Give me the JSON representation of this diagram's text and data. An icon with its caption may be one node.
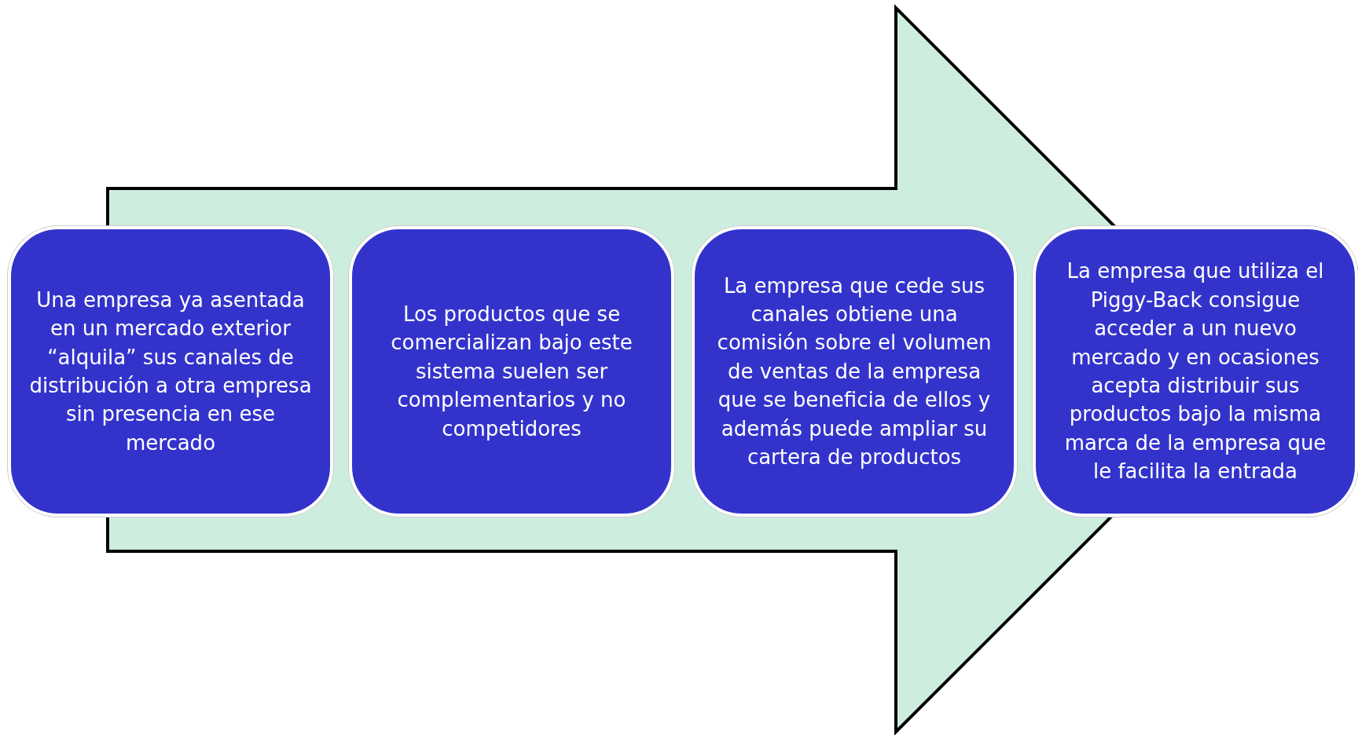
{
  "diagram": {
    "nodes": [
      {
        "text": [],
        "shape": "arrow"
      },
      {
        "text": [
          "Una empresa ya asentada en un mercado exterior “alquila” sus canales de distribución a otra empresa sin presencia en ese mercado"
        ]
      },
      {
        "text": [
          "Los productos que se comercializan bajo este sistema suelen ser complementarios y no competidores"
        ],
        "in": 0
      },
      {
        "text": [
          "La empresa que cede sus canales obtiene una comisión sobre el volumen de ventas de la empresa que se beneficia de ellos y además puede ampliar su cartera de productos"
        ],
        "in": 0
      },
      {
        "text": [
          "La empresa que utiliza el Piggy-Back consigue acceder a un nuevo mercado y en ocasiones acepta distribuir sus productos bajo la misma marca de la empresa que le facilita la entrada"
        ]
      }
    ]
  }
}
